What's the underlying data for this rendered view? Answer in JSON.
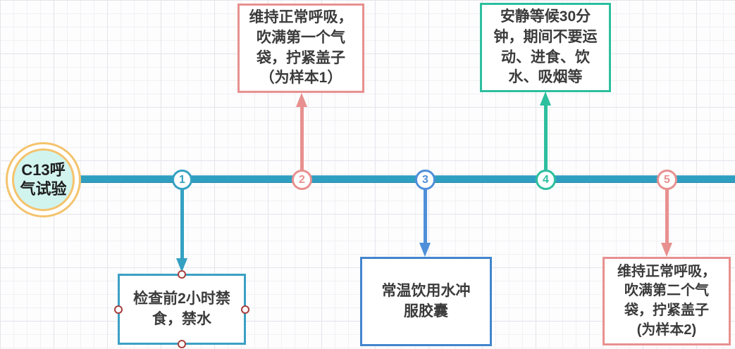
{
  "diagram": {
    "title_node": {
      "label": "C13呼\n气试验"
    },
    "nodes": [
      {
        "number": "1",
        "color": "#35a1c2"
      },
      {
        "number": "2",
        "color": "#e8908f"
      },
      {
        "number": "3",
        "color": "#4f8fd9"
      },
      {
        "number": "4",
        "color": "#2cbf9e"
      },
      {
        "number": "5",
        "color": "#e8908f"
      }
    ],
    "steps": [
      {
        "number": "1",
        "text": "检查前2小时禁\n食，禁水",
        "border_color": "#3ba0c4",
        "placement": "below",
        "selected": true
      },
      {
        "number": "2",
        "text": "维持正常呼吸，\n吹满第一个气\n袋，拧紧盖子\n（为样本1）",
        "border_color": "#e8908f",
        "placement": "above",
        "selected": false
      },
      {
        "number": "3",
        "text": "常温饮用水冲\n服胶囊",
        "border_color": "#4285cd",
        "placement": "below",
        "selected": false
      },
      {
        "number": "4",
        "text": "安静等候30分\n钟，期间不要运\n动、进食、饮\n水、吸烟等",
        "border_color": "#2cbf9e",
        "placement": "above",
        "selected": false
      },
      {
        "number": "5",
        "text": "维持正常呼吸，\n吹满第二个气\n袋，拧紧盖子\n(为样本2)",
        "border_color": "#e8908f",
        "placement": "below",
        "selected": false
      }
    ],
    "colors": {
      "timeline": "#2f9fc1",
      "title_ring": "#f4c36d",
      "title_fill": "#d2f4ef",
      "selection_handle": "#a63e3e",
      "grid_line": "#ededf1"
    }
  }
}
